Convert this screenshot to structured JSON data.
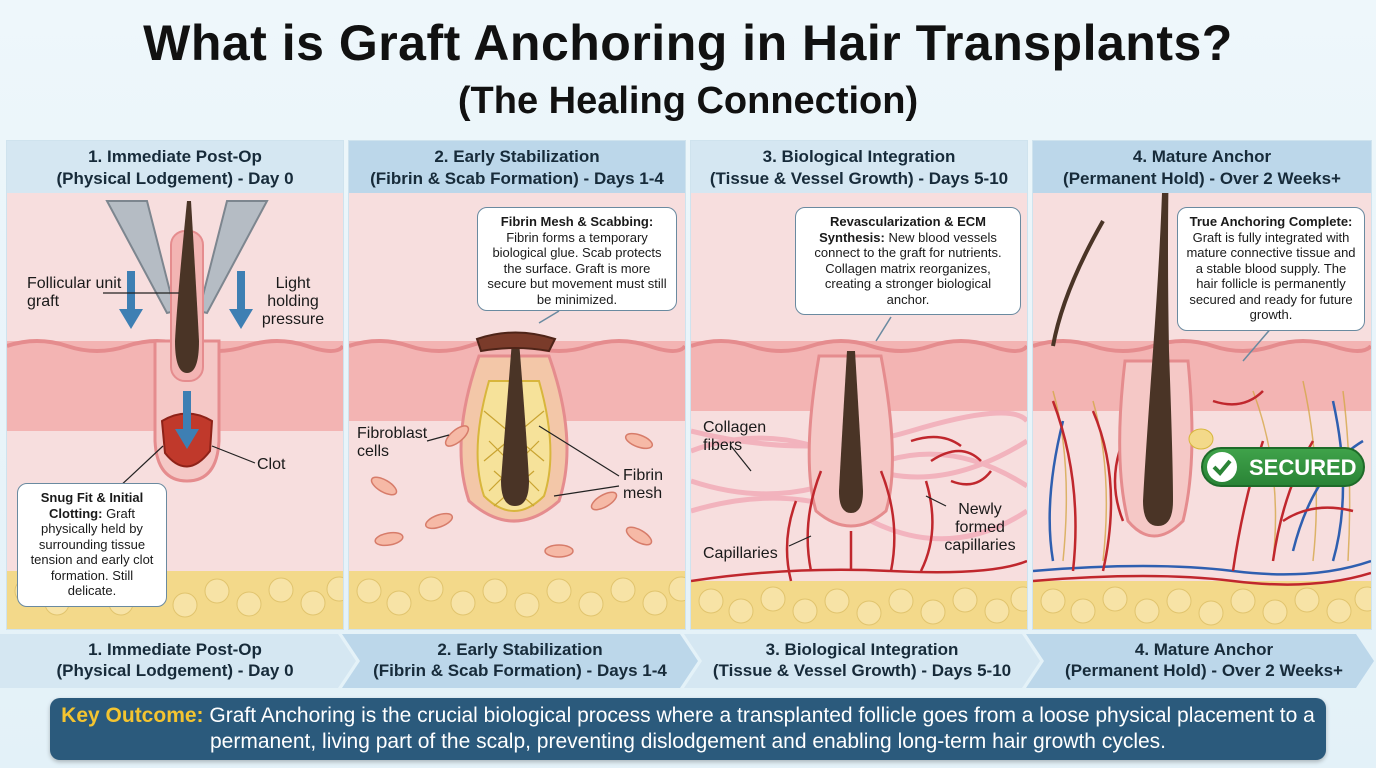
{
  "title": "What is Graft Anchoring in Hair Transplants?",
  "subtitle": "(The Healing Connection)",
  "panels": [
    {
      "header_line1": "1. Immediate Post-Op",
      "header_line2": "(Physical Lodgement) - Day 0",
      "labels": {
        "graft": "Follicular unit graft",
        "pressure": "Light holding pressure",
        "clot": "Clot"
      },
      "callout_title": "Snug Fit & Initial Clotting:",
      "callout_text": "Graft physically held by surrounding tissue tension and early clot formation. Still delicate."
    },
    {
      "header_line1": "2. Early Stabilization",
      "header_line2": "(Fibrin & Scab Formation) - Days 1-4",
      "labels": {
        "fibroblast": "Fibroblast cells",
        "fibrin": "Fibrin mesh"
      },
      "callout_title": "Fibrin Mesh & Scabbing:",
      "callout_text": "Fibrin forms a temporary biological glue. Scab protects the surface. Graft is more secure but movement must still be minimized."
    },
    {
      "header_line1": "3. Biological Integration",
      "header_line2": "(Tissue & Vessel Growth) - Days 5-10",
      "labels": {
        "collagen": "Collagen fibers",
        "capillaries": "Capillaries",
        "new_capillaries": "Newly formed capillaries"
      },
      "callout_title": "Revascularization & ECM Synthesis:",
      "callout_text": "New blood vessels connect to the graft for nutrients. Collagen matrix reorganizes, creating a stronger biological anchor."
    },
    {
      "header_line1": "4. Mature Anchor",
      "header_line2": "(Permanent Hold) - Over 2 Weeks+",
      "badge": "SECURED",
      "callout_title": "True Anchoring Complete:",
      "callout_text": "Graft is fully integrated with mature connective tissue and a stable blood supply. The hair follicle is permanently secured and ready for future growth."
    }
  ],
  "steps": [
    {
      "line1": "1. Immediate Post-Op",
      "line2": "(Physical Lodgement) - Day 0"
    },
    {
      "line1": "2. Early Stabilization",
      "line2": "(Fibrin & Scab Formation) - Days 1-4"
    },
    {
      "line1": "3. Biological Integration",
      "line2": "(Tissue & Vessel Growth) - Days 5-10"
    },
    {
      "line1": "4. Mature Anchor",
      "line2": "(Permanent Hold) - Over 2 Weeks+"
    }
  ],
  "outcome": {
    "key_label": "Key Outcome:",
    "text": "Graft Anchoring is the crucial biological process where a transplanted follicle goes from a loose physical placement to a permanent, living part of the scalp, preventing dislodgement and enabling long-term hair growth cycles."
  },
  "colors": {
    "skin": "#f7dede",
    "epidermis": "#f1a9aa",
    "fat": "#f3d98a",
    "follicle": "#4a3426",
    "header": "#d5e7f2",
    "outcome_bg": "#2b5a7c",
    "key_accent": "#f4c430",
    "secured_green": "#2f8f3b"
  }
}
